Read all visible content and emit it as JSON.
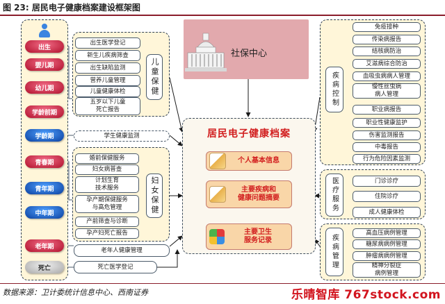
{
  "figure": {
    "title": "图 23:  居民电子健康档案建设框架图",
    "source": "数据来源：卫计委统计信息中心、西南证券",
    "watermark": "乐晴智库  767stock.com"
  },
  "colors": {
    "stage_pink": "#c8183a",
    "stage_blue": "#1656c8",
    "core_title": "#d21f1f",
    "panel_cream": "#fff6d9",
    "social_pink": "#e2a9ad"
  },
  "life_stages": [
    {
      "label": "出生",
      "style": "pink"
    },
    {
      "label": "婴儿期",
      "style": "pink"
    },
    {
      "label": "幼儿期",
      "style": "pink"
    },
    {
      "label": "学龄前期",
      "style": "pink"
    },
    {
      "label": "学龄期",
      "style": "blue"
    },
    {
      "label": "青春期",
      "style": "pink"
    },
    {
      "label": "青年期",
      "style": "blue"
    },
    {
      "label": "中年期",
      "style": "blue"
    },
    {
      "label": "老年期",
      "style": "pink"
    },
    {
      "label": "死亡",
      "style": "gray"
    }
  ],
  "child_health": {
    "label": "儿童保健",
    "items": [
      "出生医学登记",
      "新生儿疾病筛查",
      "出生缺陷监测",
      "营养儿童管理",
      "儿童健康体检",
      "五岁以下儿童\n死亡报告"
    ]
  },
  "student_health": "学生健康监测",
  "women_health": {
    "label": "妇女保健",
    "items": [
      "婚前保健服务",
      "妇女病普查",
      "计划生育\n技术服务",
      "孕产期保健服务\n与高危管理",
      "产前筛查与诊断",
      "孕产妇死亡报告"
    ]
  },
  "elderly_health": "老年人健康管理",
  "death_registration": "死亡医学登记",
  "social_center": "社保中心",
  "core": {
    "title": "居民电子健康档案",
    "items": [
      "个人基本信息",
      "主要疾病和\n健康问题摘要",
      "主要卫生\n服务记录"
    ]
  },
  "disease_control": {
    "label": "疾病控制",
    "items": [
      "免疫接种",
      "传染病报告",
      "结核病防治",
      "艾滋病综合防治",
      "血吸虫病病人管理",
      "慢性丝虫病\n病人管理",
      "职业病报告",
      "职业性健康监护",
      "伤害监测报告",
      "中毒报告",
      "行为危险因素监测"
    ]
  },
  "medical_service": {
    "label": "医疗服务",
    "items": [
      "门诊诊疗",
      "住院诊疗",
      "成人健康体检"
    ]
  },
  "disease_management": {
    "label": "疾病管理",
    "items": [
      "高血压病例管理",
      "糖尿病病例管理",
      "肿瘤病病例管理",
      "精神分裂症\n病例管理"
    ]
  }
}
